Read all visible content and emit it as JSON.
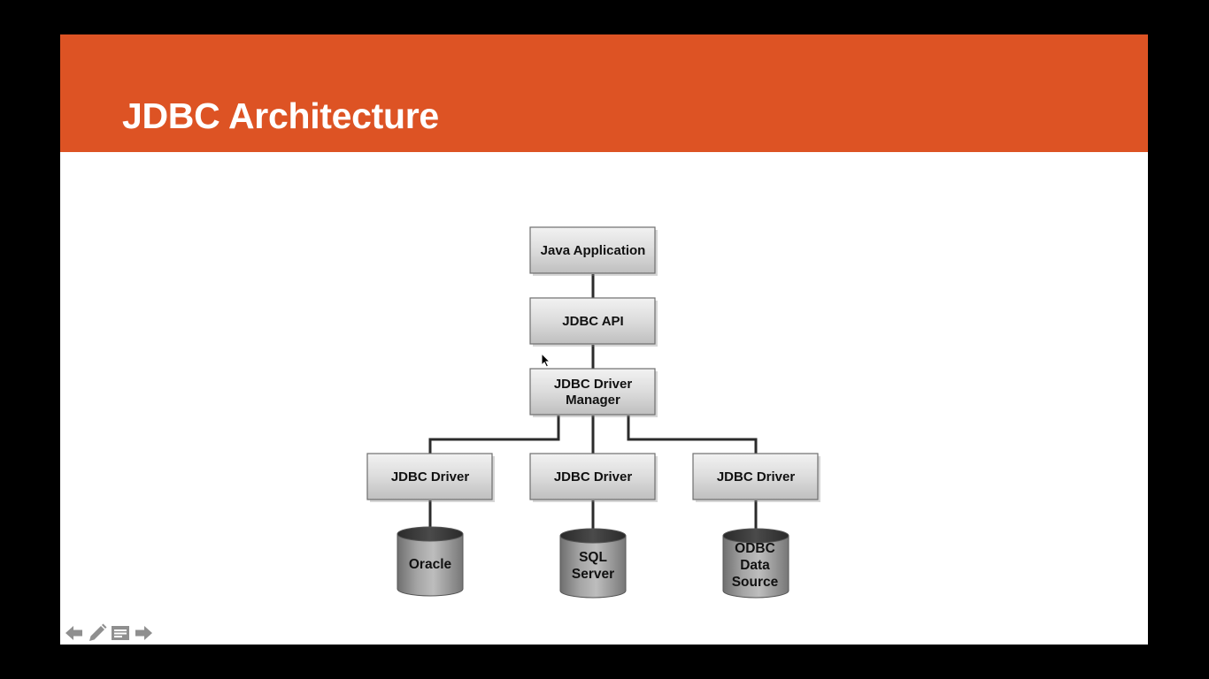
{
  "slide": {
    "title": "JDBC Architecture",
    "accent_color": "#dd5324",
    "background_color": "#ffffff"
  },
  "diagram": {
    "nodes": [
      {
        "id": "java-application",
        "lines": [
          "Java Application"
        ],
        "shape": "box"
      },
      {
        "id": "jdbc-api",
        "lines": [
          "JDBC API"
        ],
        "shape": "box"
      },
      {
        "id": "jdbc-driver-manager",
        "lines": [
          "JDBC Driver",
          "Manager"
        ],
        "shape": "box"
      },
      {
        "id": "jdbc-driver-1",
        "lines": [
          "JDBC Driver"
        ],
        "shape": "box"
      },
      {
        "id": "jdbc-driver-2",
        "lines": [
          "JDBC Driver"
        ],
        "shape": "box"
      },
      {
        "id": "jdbc-driver-3",
        "lines": [
          "JDBC Driver"
        ],
        "shape": "box"
      },
      {
        "id": "oracle",
        "lines": [
          "Oracle"
        ],
        "shape": "cylinder"
      },
      {
        "id": "sql-server",
        "lines": [
          "SQL",
          "Server"
        ],
        "shape": "cylinder"
      },
      {
        "id": "odbc-data-source",
        "lines": [
          "ODBC",
          "Data",
          "Source"
        ],
        "shape": "cylinder"
      }
    ],
    "edges": [
      {
        "from": "java-application",
        "to": "jdbc-api"
      },
      {
        "from": "jdbc-api",
        "to": "jdbc-driver-manager"
      },
      {
        "from": "jdbc-driver-manager",
        "to": "jdbc-driver-1"
      },
      {
        "from": "jdbc-driver-manager",
        "to": "jdbc-driver-2"
      },
      {
        "from": "jdbc-driver-manager",
        "to": "jdbc-driver-3"
      },
      {
        "from": "jdbc-driver-1",
        "to": "oracle"
      },
      {
        "from": "jdbc-driver-2",
        "to": "sql-server"
      },
      {
        "from": "jdbc-driver-3",
        "to": "odbc-data-source"
      }
    ]
  },
  "nav": {
    "icons": [
      "arrow-left-icon",
      "pencil-icon",
      "menu-icon",
      "arrow-right-icon"
    ]
  }
}
